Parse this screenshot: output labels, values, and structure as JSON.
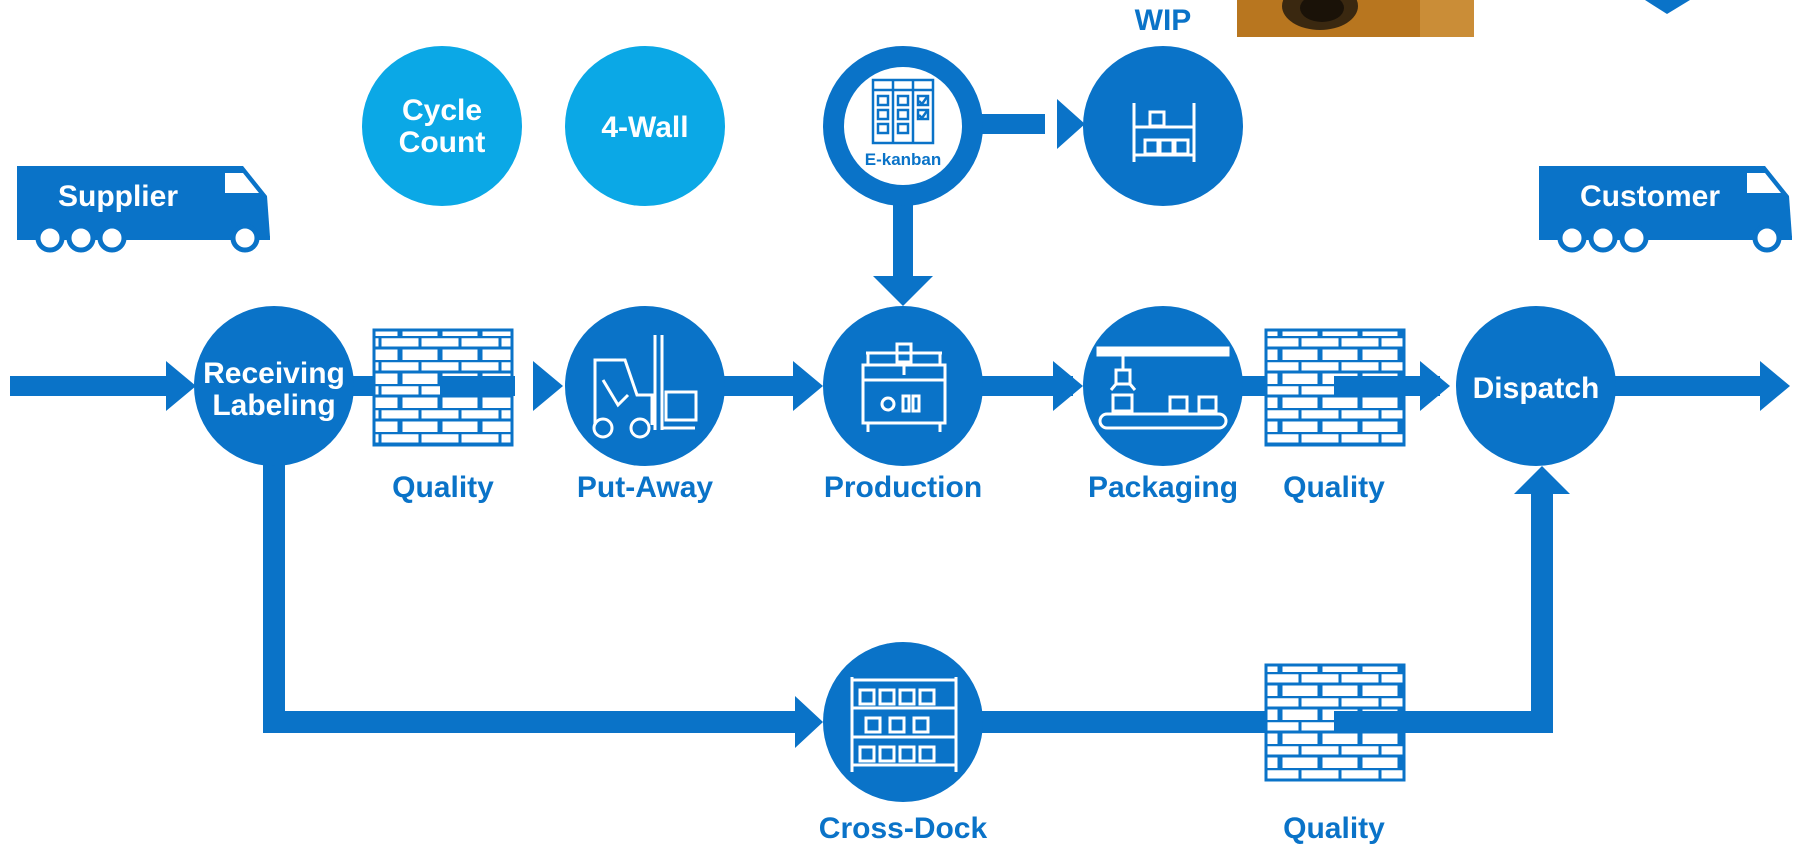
{
  "colors": {
    "primary": "#0a73c8",
    "light": "#0ba8e6",
    "white": "#ffffff"
  },
  "trucks": {
    "supplier": "Supplier",
    "customer": "Customer"
  },
  "top_circles": {
    "cycle_count_1": "Cycle",
    "cycle_count_2": "Count",
    "four_wall": "4-Wall"
  },
  "ekanban": {
    "label": "E-kanban"
  },
  "wip": {
    "label": "WIP"
  },
  "main_flow": {
    "receiving_1": "Receiving",
    "receiving_2": "Labeling",
    "quality_1": "Quality",
    "put_away": "Put-Away",
    "production": "Production",
    "packaging": "Packaging",
    "quality_2": "Quality",
    "dispatch": "Dispatch"
  },
  "bottom_flow": {
    "cross_dock": "Cross-Dock",
    "quality_3": "Quality"
  },
  "icons": [
    "truck-icon",
    "kanban-board-icon",
    "shelf-icon",
    "wall-icon",
    "forklift-icon",
    "cnc-machine-icon",
    "conveyor-icon",
    "rack-icon"
  ]
}
